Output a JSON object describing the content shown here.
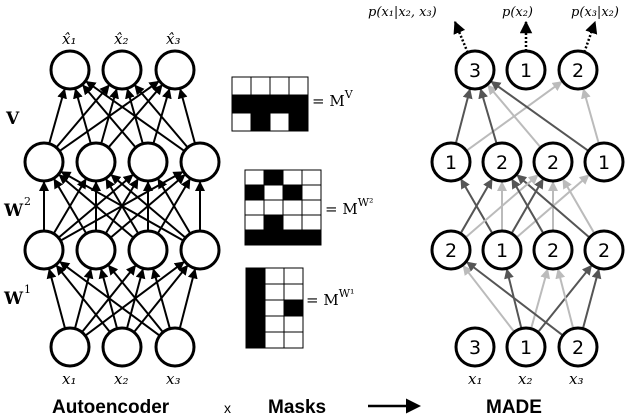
{
  "autoencoder": {
    "output_labels": [
      "x̂₁",
      "x̂₂",
      "x̂₃"
    ],
    "input_labels": [
      "x₁",
      "x₂",
      "x₃"
    ],
    "weight_labels": {
      "v": "V",
      "w2": "W",
      "w2_sup": "2",
      "w1": "W",
      "w1_sup": "1"
    }
  },
  "masks": {
    "mv": {
      "label": "= M",
      "sup": "V"
    },
    "mw2": {
      "label": "= M",
      "sup": "W²"
    },
    "mw1": {
      "label": "= M",
      "sup": "W¹"
    },
    "grid_mv": [
      [
        0,
        0,
        0,
        0
      ],
      [
        1,
        1,
        1,
        1
      ],
      [
        0,
        1,
        0,
        1
      ]
    ],
    "grid_mw2": [
      [
        0,
        1,
        0,
        0
      ],
      [
        1,
        0,
        1,
        0
      ],
      [
        0,
        0,
        0,
        0
      ],
      [
        0,
        1,
        0,
        0
      ],
      [
        1,
        1,
        1,
        1
      ]
    ],
    "grid_mw1": [
      [
        1,
        0,
        0
      ],
      [
        1,
        0,
        0
      ],
      [
        1,
        0,
        1
      ],
      [
        1,
        0,
        0
      ],
      [
        1,
        0,
        0
      ]
    ]
  },
  "made": {
    "output_probs": [
      "p(x₁|x₂, x₃)",
      "p(x₂)",
      "p(x₃|x₂)"
    ],
    "output_nums": [
      "3",
      "1",
      "2"
    ],
    "hidden2_nums": [
      "1",
      "2",
      "2",
      "1"
    ],
    "hidden1_nums": [
      "2",
      "1",
      "2",
      "2"
    ],
    "input_nums": [
      "3",
      "1",
      "2"
    ],
    "input_labels": [
      "x₁",
      "x₂",
      "x₃"
    ]
  },
  "captions": {
    "autoencoder": "Autoencoder",
    "times": "x",
    "masks": "Masks",
    "made": "MADE"
  },
  "colors": {
    "edge_dark": "#555555",
    "edge_light": "#bbbbbb",
    "mask_fill": "#000000"
  }
}
